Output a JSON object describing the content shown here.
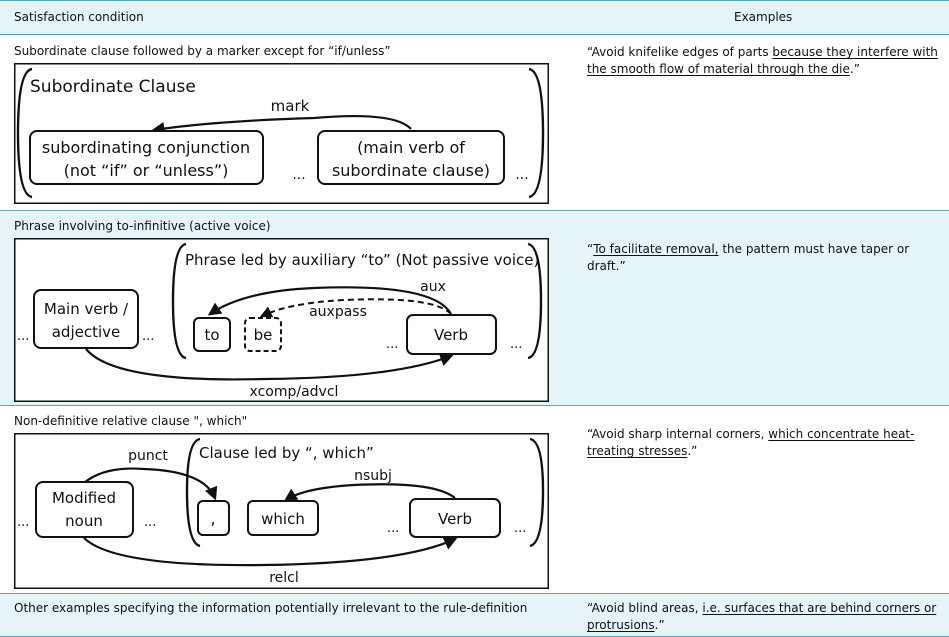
{
  "header": {
    "col1": "Satisfaction condition",
    "col2": "Examples"
  },
  "rows": [
    {
      "condition": "Subordinate clause followed by a marker except for “if/unless”",
      "example": {
        "open": "“Avoid knifelike edges of parts ",
        "underlined": "because they interfere with the smooth flow of material through the die",
        "close": ".”"
      },
      "diagram": {
        "bracket_title": "Subordinate Clause",
        "arc_label": "mark",
        "box1_line1": "subordinating conjunction",
        "box1_line2": "(not “if” or “unless”)",
        "box2_line1": "(main verb of",
        "box2_line2": "subordinate clause)",
        "ellipsis": "..."
      }
    },
    {
      "condition": "Phrase involving to-infinitive (active voice)",
      "example": {
        "open": "“",
        "underlined": "To facilitate removal,",
        "close": " the pattern must have taper or draft.”"
      },
      "diagram": {
        "bracket_title": "Phrase led by auxiliary “to” (Not passive voice)",
        "head_line1": "Main verb /",
        "head_line2": "adjective",
        "to": "to",
        "be": "be",
        "verb": "Verb",
        "aux": "aux",
        "auxpass": "auxpass",
        "xcomp": "xcomp/advcl",
        "ellipsis": "..."
      }
    },
    {
      "condition": "Non-definitive relative clause \", which\"",
      "example": {
        "open": "“Avoid sharp internal corners, ",
        "underlined": "which concentrate heat-treating stresses",
        "close": ".”"
      },
      "diagram": {
        "bracket_title": "Clause led by “, which”",
        "head_line1": "Modified",
        "head_line2": "noun",
        "comma": ",",
        "which": "which",
        "verb": "Verb",
        "punct": "punct",
        "nsubj": "nsubj",
        "relcl": "relcl",
        "ellipsis": "..."
      }
    },
    {
      "condition": "Other examples specifying the information potentially irrelevant to the rule-definition",
      "example": {
        "open": "“Avoid blind areas, ",
        "underlined": "i.e. surfaces that are behind corners or protrusions",
        "close": ".”"
      }
    }
  ]
}
